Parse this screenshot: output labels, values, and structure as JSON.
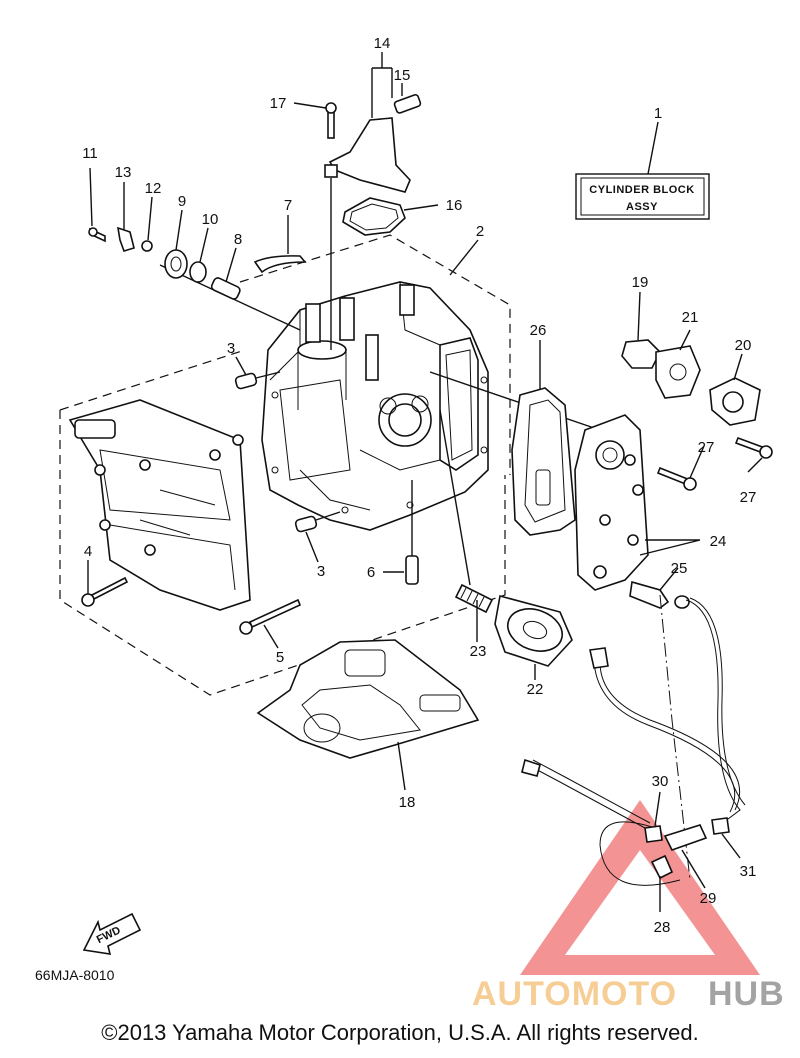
{
  "title_box": {
    "line1": "CYLINDER BLOCK",
    "line2": "ASSY"
  },
  "callouts": [
    {
      "id": "c1",
      "text": "1"
    },
    {
      "id": "c2",
      "text": "2"
    },
    {
      "id": "c3a",
      "text": "3"
    },
    {
      "id": "c3b",
      "text": "3"
    },
    {
      "id": "c4",
      "text": "4"
    },
    {
      "id": "c5",
      "text": "5"
    },
    {
      "id": "c6",
      "text": "6"
    },
    {
      "id": "c7",
      "text": "7"
    },
    {
      "id": "c8",
      "text": "8"
    },
    {
      "id": "c9",
      "text": "9"
    },
    {
      "id": "c10",
      "text": "10"
    },
    {
      "id": "c11",
      "text": "11"
    },
    {
      "id": "c12",
      "text": "12"
    },
    {
      "id": "c13",
      "text": "13"
    },
    {
      "id": "c14",
      "text": "14"
    },
    {
      "id": "c15",
      "text": "15"
    },
    {
      "id": "c16",
      "text": "16"
    },
    {
      "id": "c17",
      "text": "17"
    },
    {
      "id": "c18",
      "text": "18"
    },
    {
      "id": "c19",
      "text": "19"
    },
    {
      "id": "c20",
      "text": "20"
    },
    {
      "id": "c21",
      "text": "21"
    },
    {
      "id": "c22",
      "text": "22"
    },
    {
      "id": "c23",
      "text": "23"
    },
    {
      "id": "c24",
      "text": "24"
    },
    {
      "id": "c25",
      "text": "25"
    },
    {
      "id": "c26",
      "text": "26"
    },
    {
      "id": "c27a",
      "text": "27"
    },
    {
      "id": "c27b",
      "text": "27"
    },
    {
      "id": "c28",
      "text": "28"
    },
    {
      "id": "c29",
      "text": "29"
    },
    {
      "id": "c30",
      "text": "30"
    },
    {
      "id": "c31",
      "text": "31"
    }
  ],
  "fwd_label": "FWD",
  "diagram_code": "66MJA-8010",
  "watermark": {
    "part1": "AUTOMOTO",
    "part2": "HUB",
    "color1": "#f6c98a",
    "color2": "#9a9a9a",
    "triangle_color": "#ea3a3a"
  },
  "copyright": "©2013 Yamaha Motor Corporation, U.S.A. All rights reserved."
}
